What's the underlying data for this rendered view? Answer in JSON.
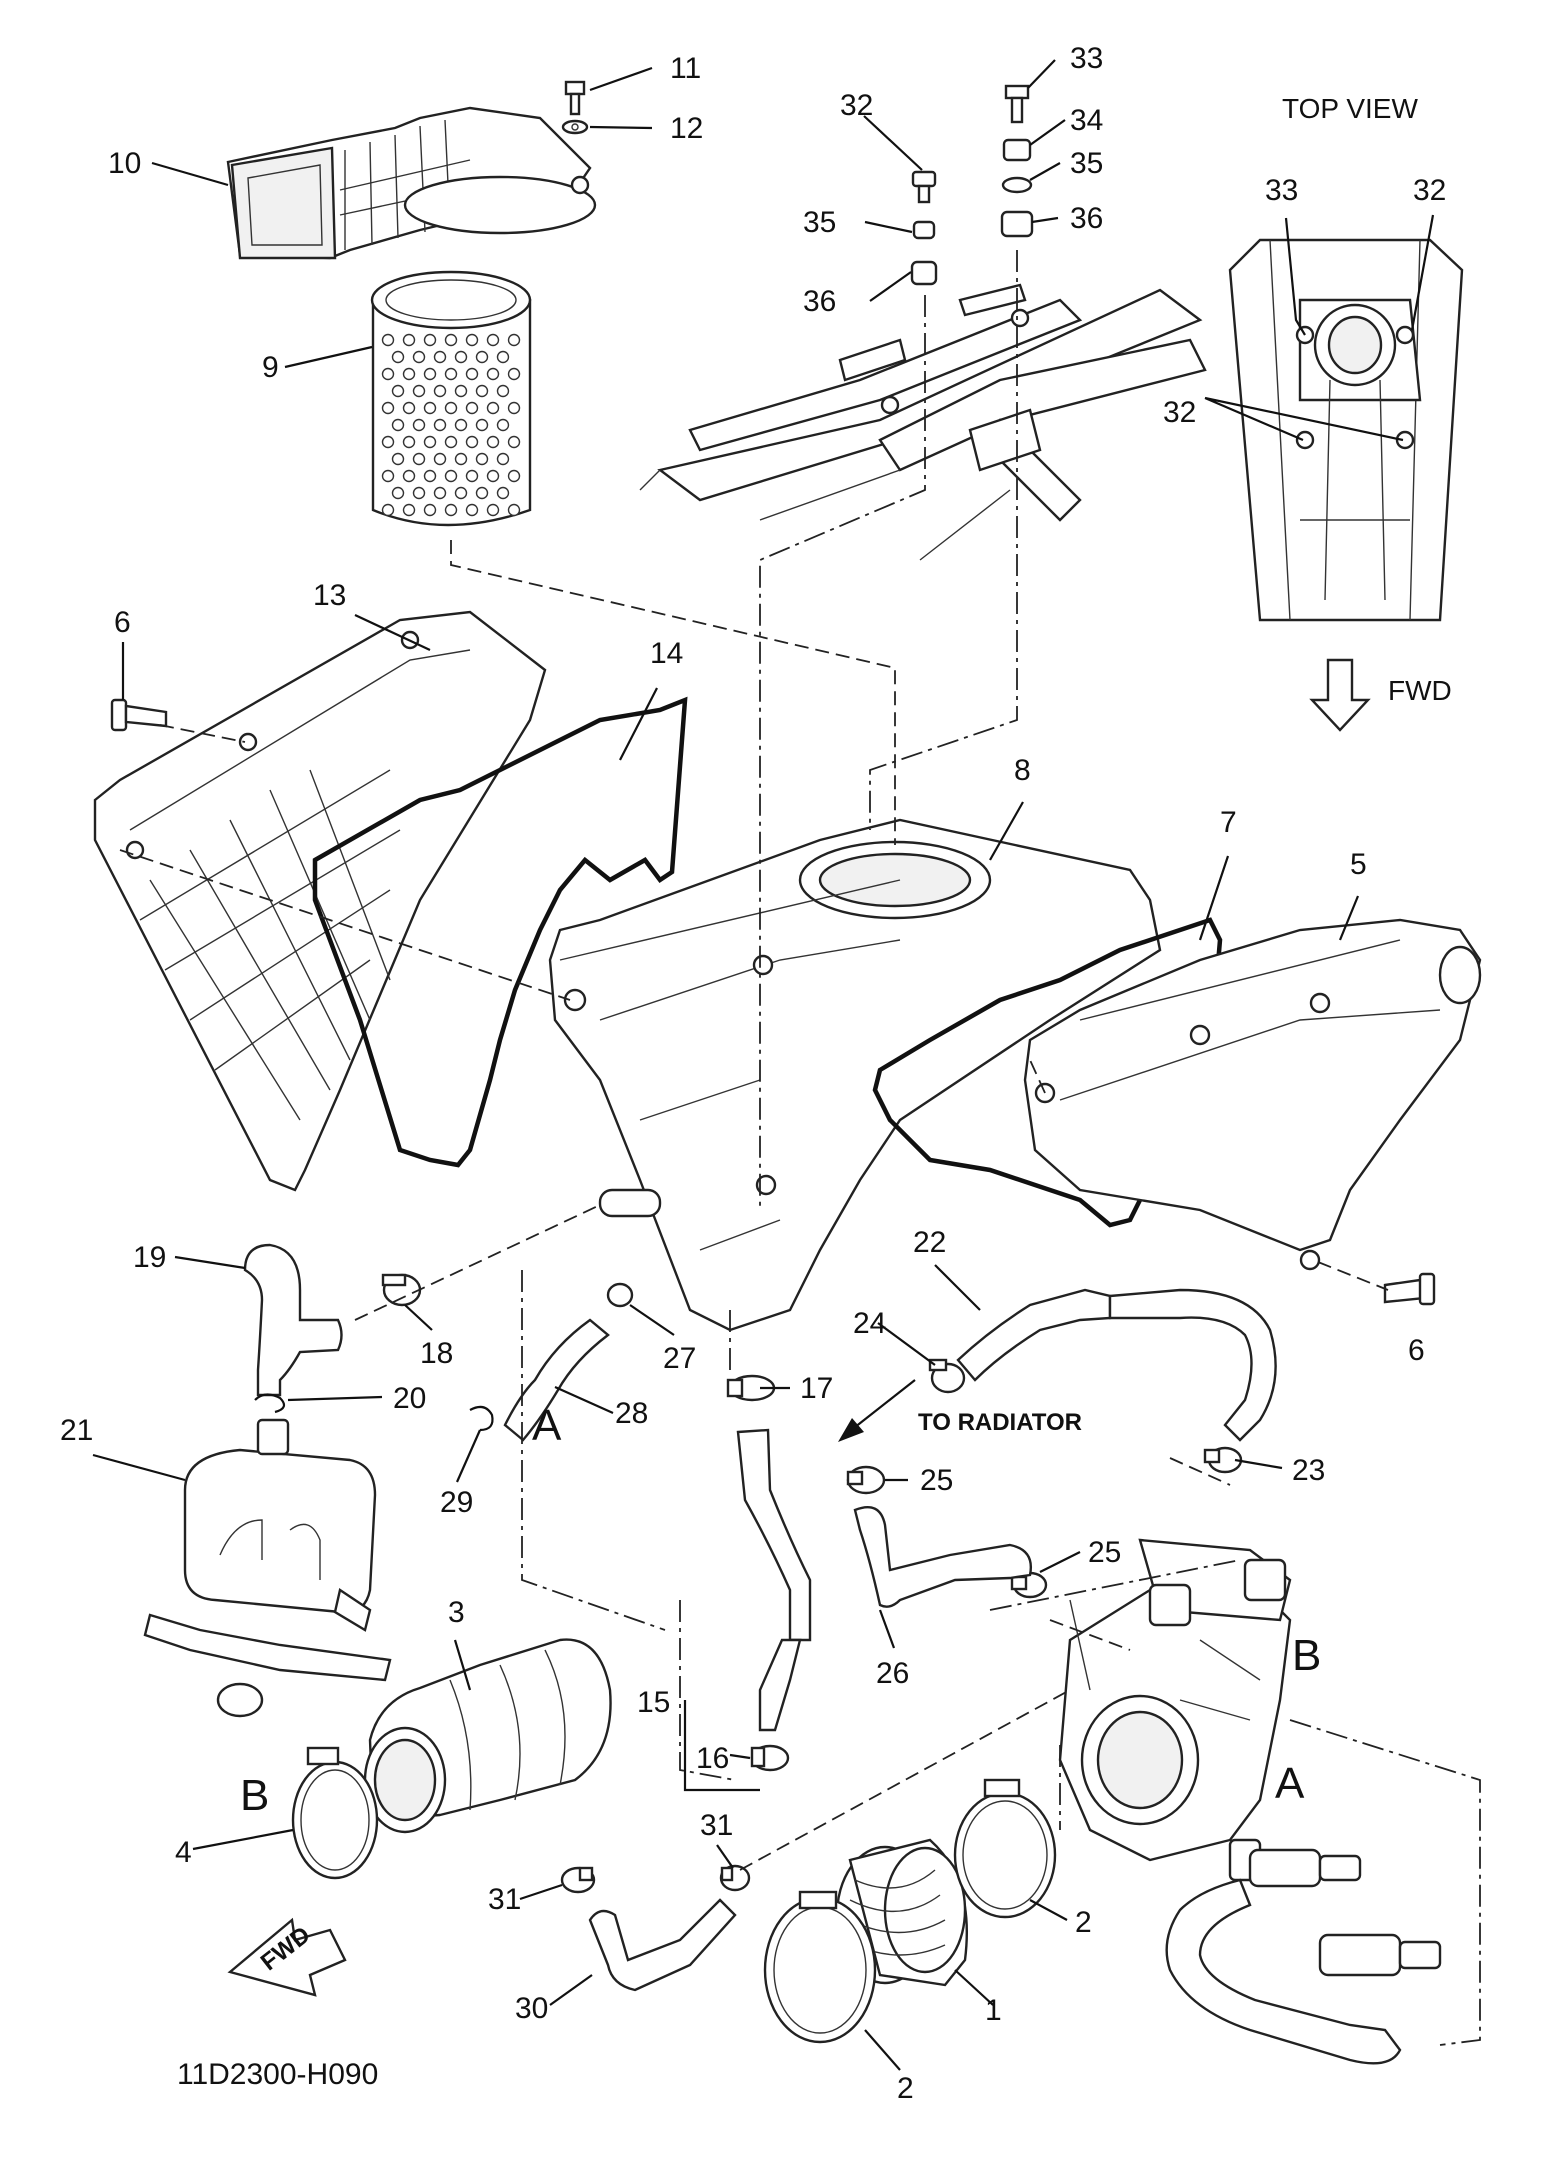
{
  "diagram_code": "11D2300-H090",
  "top_view": {
    "title": "TOP VIEW",
    "callouts": [
      "33",
      "32",
      "32"
    ],
    "fwd_label": "FWD"
  },
  "section_markers": [
    "A",
    "B",
    "B",
    "A"
  ],
  "to_radiator_label": "TO RADIATOR",
  "fwd_arrow_label": "FWD",
  "callouts": [
    "11",
    "12",
    "10",
    "9",
    "32",
    "35",
    "36",
    "33",
    "34",
    "35",
    "36",
    "13",
    "6",
    "14",
    "8",
    "7",
    "5",
    "19",
    "18",
    "27",
    "28",
    "20",
    "29",
    "21",
    "3",
    "4",
    "22",
    "24",
    "17",
    "25",
    "23",
    "25",
    "26",
    "15",
    "16",
    "31",
    "31",
    "30",
    "1",
    "2",
    "2",
    "6"
  ]
}
